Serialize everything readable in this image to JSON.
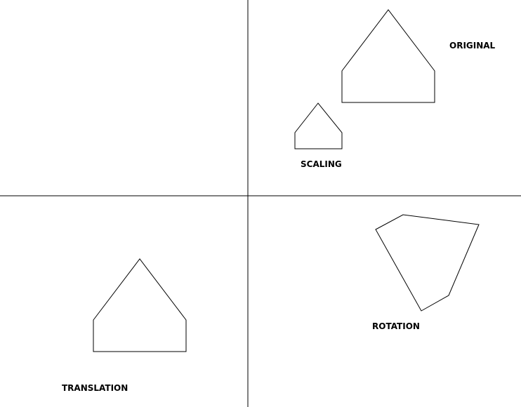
{
  "labels": {
    "original": "ORIGINAL",
    "scaling": "SCALING",
    "translation": "TRANSLATION",
    "rotation": "ROTATION"
  },
  "colors": {
    "background": "#ffffff",
    "stroke": "#000000"
  }
}
